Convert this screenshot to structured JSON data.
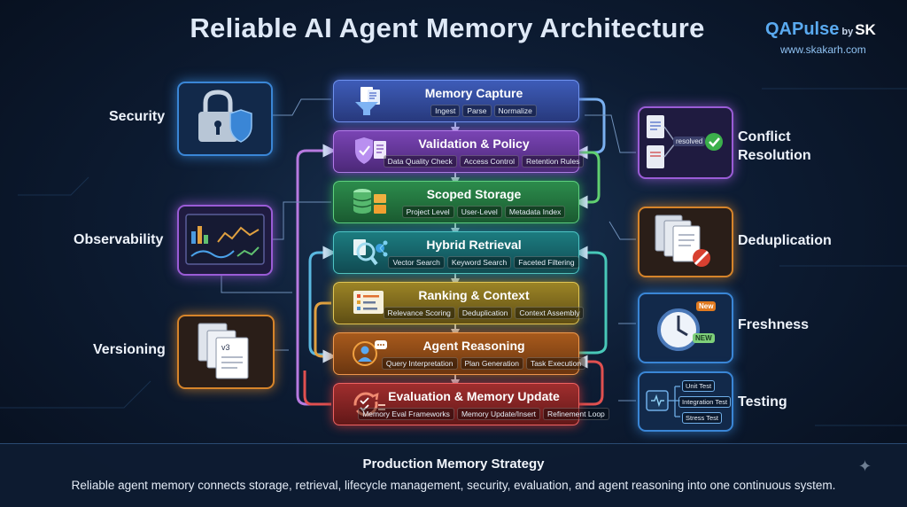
{
  "title": "Reliable AI Agent Memory Architecture",
  "brand": {
    "name": "QAPulse",
    "by": "by",
    "initials": "SK",
    "url": "www.skakarh.com"
  },
  "stages": [
    {
      "title": "Memory Capture",
      "chips": [
        "Ingest",
        "Parse",
        "Normalize"
      ],
      "color": "#4a68c8",
      "icon": "funnel-documents-icon"
    },
    {
      "title": "Validation & Policy",
      "chips": [
        "Data Quality Check",
        "Access Control",
        "Retention Rules"
      ],
      "color": "#8a4ec8",
      "icon": "shield-checklist-icon"
    },
    {
      "title": "Scoped Storage",
      "chips": [
        "Project Level",
        "User-Level",
        "Metadata Index"
      ],
      "color": "#2e9a52",
      "icon": "database-folders-icon"
    },
    {
      "title": "Hybrid Retrieval",
      "chips": [
        "Vector Search",
        "Keyword Search",
        "Faceted Filtering"
      ],
      "color": "#1f8a8c",
      "icon": "magnifier-network-icon"
    },
    {
      "title": "Ranking & Context",
      "chips": [
        "Relevance Scoring",
        "Deduplication",
        "Context Assembly"
      ],
      "color": "#a8902a",
      "icon": "ranked-list-icon"
    },
    {
      "title": "Agent Reasoning",
      "chips": [
        "Query Interpretation",
        "Plan Generation",
        "Task Execution"
      ],
      "color": "#b8641e",
      "icon": "agent-speech-icon"
    },
    {
      "title": "Evaluation & Memory Update",
      "chips": [
        "Memory Eval Frameworks",
        "Memory Update/Insert",
        "Refinement Loop"
      ],
      "color": "#b03434",
      "icon": "refresh-checklist-icon"
    }
  ],
  "left_panels": [
    {
      "label": "Security",
      "color": "#3a86d6",
      "icon": "padlock-shield-icon"
    },
    {
      "label": "Observability",
      "color": "#9a5cd6",
      "icon": "dashboard-charts-icon"
    },
    {
      "label": "Versioning",
      "color": "#d6842a",
      "icon": "versioned-documents-icon"
    }
  ],
  "right_panels": [
    {
      "label": "Conflict Resolution",
      "color": "#9a5cd6",
      "icon": "conflict-resolved-icon",
      "badge": "resolved"
    },
    {
      "label": "Deduplication",
      "color": "#d6842a",
      "icon": "duplicate-documents-icon"
    },
    {
      "label": "Freshness",
      "color": "#3a86d6",
      "icon": "clock-new-icon",
      "tags": [
        "New",
        "NEW"
      ]
    },
    {
      "label": "Testing",
      "color": "#3a86d6",
      "icon": "test-flow-icon",
      "tests": [
        "Unit Test",
        "Integration Test",
        "Stress Test"
      ]
    }
  ],
  "strategy": {
    "title": "Production Memory Strategy",
    "description": "Reliable agent memory connects storage, retrieval, lifecycle management, security, evaluation, and agent reasoning into one continuous system."
  }
}
